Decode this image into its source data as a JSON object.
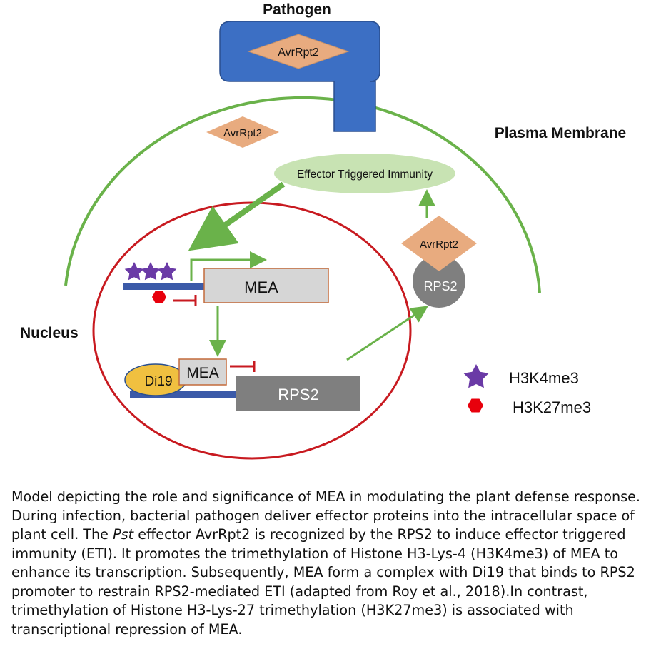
{
  "labels": {
    "pathogen": "Pathogen",
    "plasma_membrane": "Plasma Membrane",
    "nucleus": "Nucleus",
    "eti": "Effector Triggered Immunity",
    "avr_in_pathogen": "AvrRpt2",
    "avr_in_cytoplasm": "AvrRpt2",
    "avr_on_rps2": "AvrRpt2",
    "rps2_protein": "RPS2",
    "mea_gene": "MEA",
    "mea_protein": "MEA",
    "di19": "Di19",
    "rps2_gene": "RPS2"
  },
  "legend": {
    "h3k4me3": "H3K4me3",
    "h3k27me3": "H3K27me3"
  },
  "colors": {
    "pathogen_blue": "#3c6fc4",
    "membrane_green": "#6ab24a",
    "nucleus_red": "#c81a20",
    "avr_tan": "#e8ab7f",
    "eti_green": "#c8e3b3",
    "star_purple": "#6a3aa6",
    "hexagon_red": "#e8000c",
    "gene_box_gray": "#d6d6d6",
    "rps2_gene_gray": "#7f7f7f",
    "di19_yellow": "#f0c040"
  },
  "caption": {
    "part1": "Model depicting the role and significance of MEA in modulating the plant defense response. During infection, bacterial pathogen deliver effector proteins into the intracellular space of plant cell. The ",
    "italic": "Pst",
    "part2": " effector AvrRpt2 is recognized by the RPS2 to induce effector triggered immunity (ETI). It promotes the trimethylation of Histone H3-Lys-4 (H3K4me3) of MEA to enhance its transcription. Subsequently, MEA form a complex with Di19 that binds to RPS2 promoter to restrain RPS2-mediated ETI (adapted from Roy et al., 2018).In contrast, trimethylation of Histone H3-Lys-27 trimethylation (H3K27me3) is associated with transcriptional repression of MEA."
  }
}
